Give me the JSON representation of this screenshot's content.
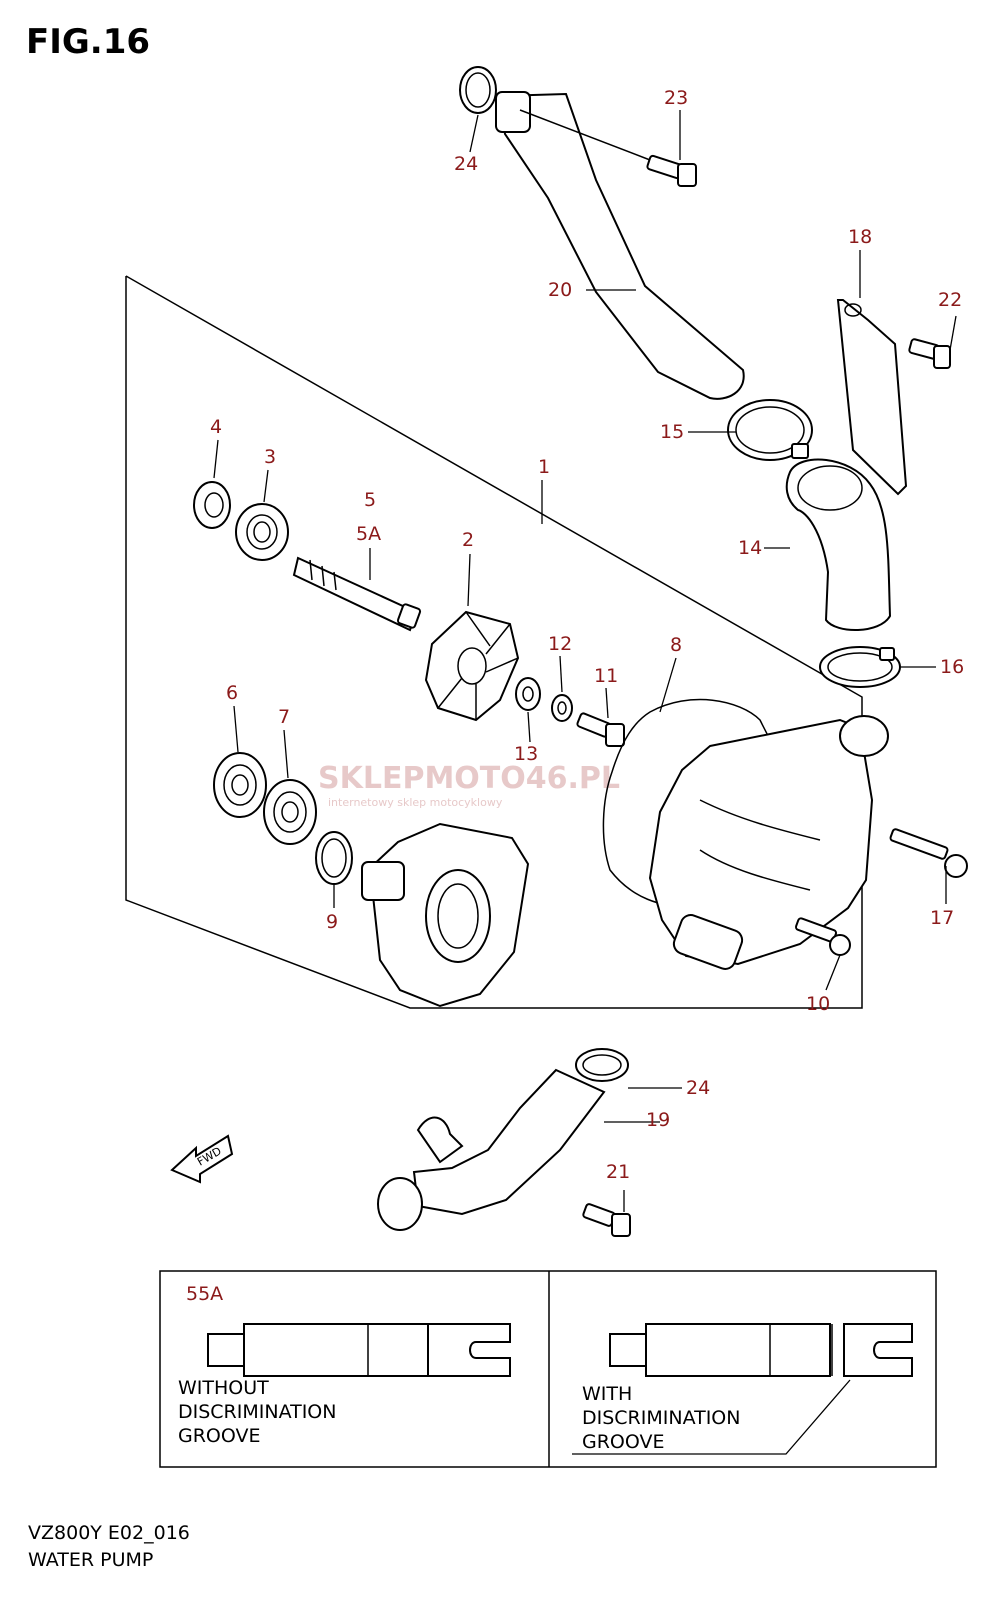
{
  "figure": {
    "title": "FIG.16",
    "model_code": "VZ800Y E02_016",
    "name": "WATER PUMP"
  },
  "callouts": {
    "c1": "1",
    "c2": "2",
    "c3": "3",
    "c4": "4",
    "c5": "5",
    "c5a": "5A",
    "c6": "6",
    "c7": "7",
    "c8": "8",
    "c9": "9",
    "c10": "10",
    "c11": "11",
    "c12": "12",
    "c13": "13",
    "c14": "14",
    "c15": "15",
    "c16": "16",
    "c17": "17",
    "c18": "18",
    "c19": "19",
    "c20": "20",
    "c21": "21",
    "c22": "22",
    "c23": "23",
    "c24a": "24",
    "c24b": "24"
  },
  "direction_marker": {
    "label": "FWD"
  },
  "watermark": {
    "brand": "SKLEPMOTO46.PL",
    "tagline": "internetowy sklep motocyklowy"
  },
  "shaft_variants": {
    "ref": "55A",
    "left_lines": [
      "WITHOUT",
      "DISCRIMINATION",
      "GROOVE"
    ],
    "right_lines": [
      "WITH",
      "DISCRIMINATION",
      "GROOVE"
    ]
  },
  "colors": {
    "callout": "#8b1a1a",
    "line": "#000000",
    "watermark": "#e7c9c9"
  }
}
